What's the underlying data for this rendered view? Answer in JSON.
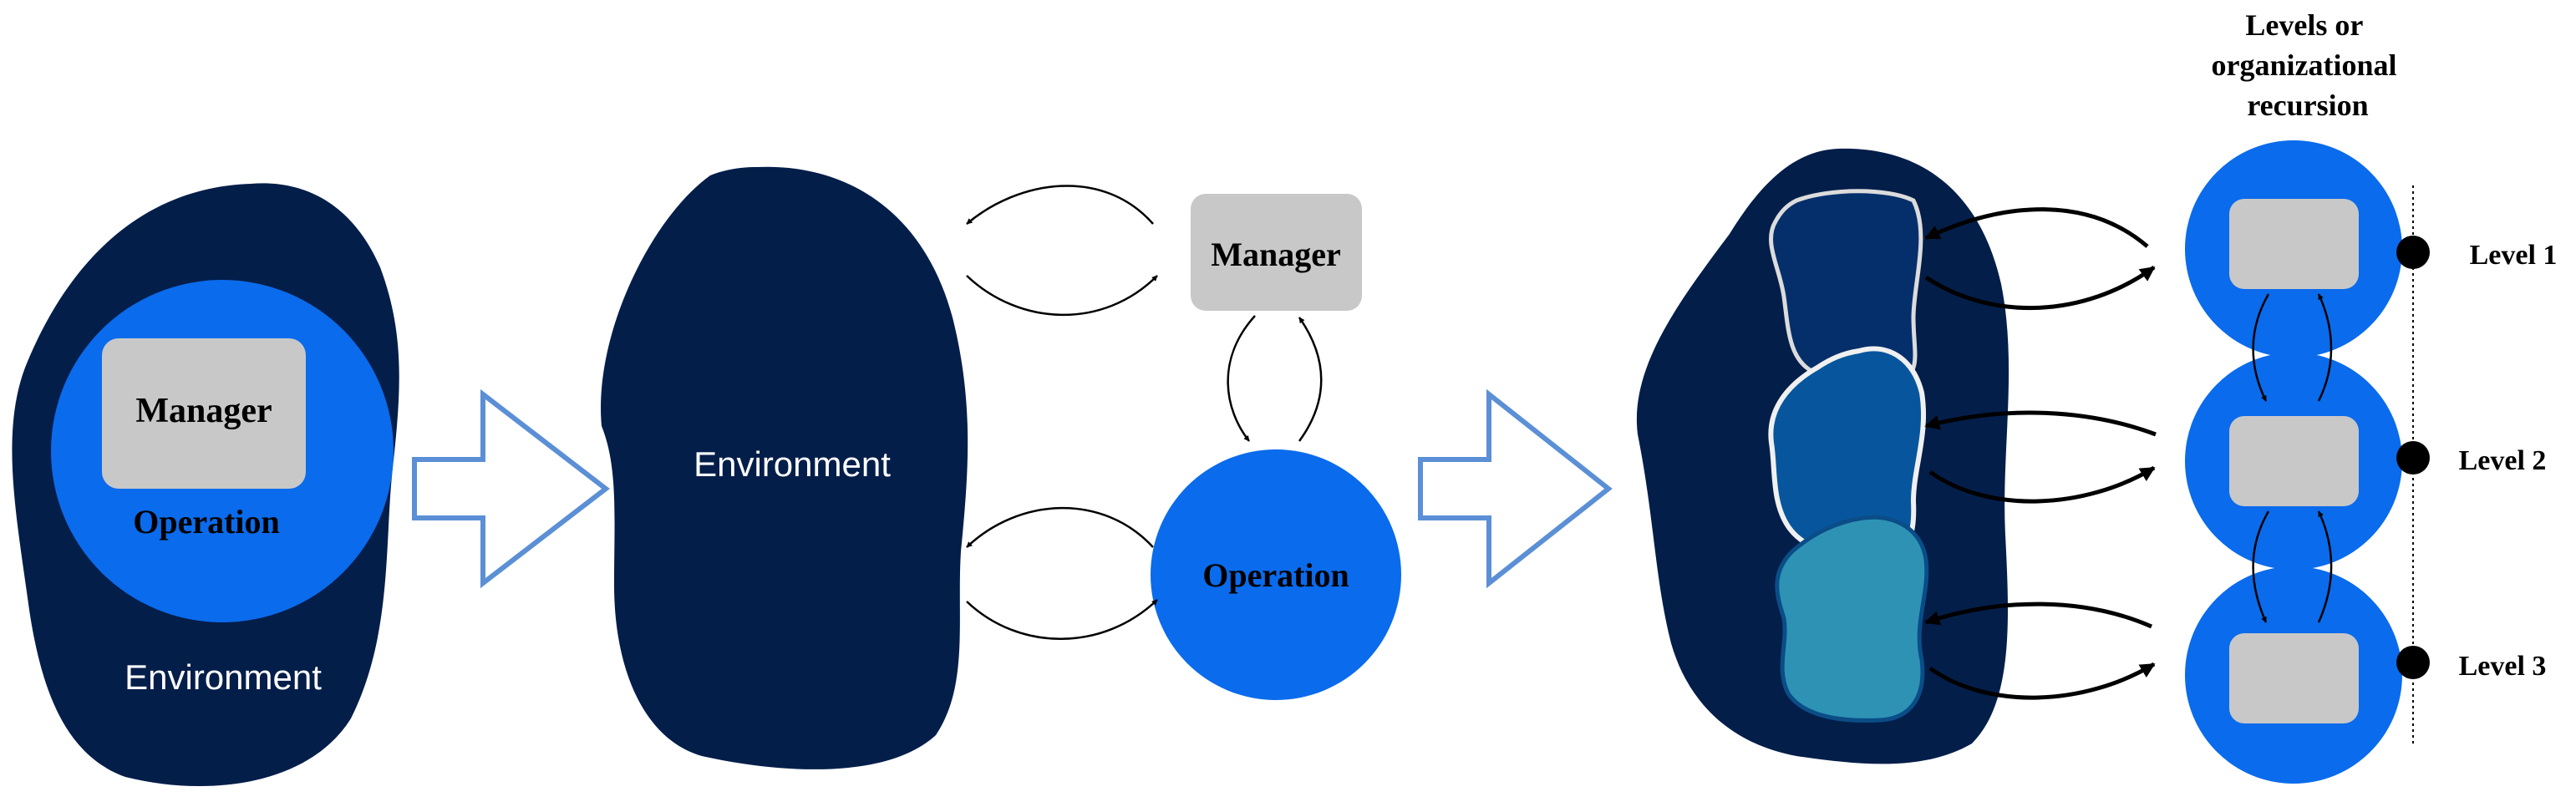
{
  "colors": {
    "environment": "#041e4a",
    "operation": "#0a6bec",
    "manager": "#c8c8c8",
    "transition_arrow": "#5b8fd6",
    "level_1_blob": "#052f6b",
    "level_2_blob": "#07569d",
    "level_3_blob": "#2e92b5"
  },
  "panel_1": {
    "manager_label": "Manager",
    "operation_label": "Operation",
    "environment_label": "Environment"
  },
  "panel_2": {
    "environment_label": "Environment",
    "manager_label": "Manager",
    "operation_label": "Operation"
  },
  "panel_3": {
    "header": [
      "Levels or",
      "organizational",
      "recursion"
    ],
    "levels": [
      {
        "label": "Level 1"
      },
      {
        "label": "Level 2"
      },
      {
        "label": "Level 3"
      }
    ]
  }
}
